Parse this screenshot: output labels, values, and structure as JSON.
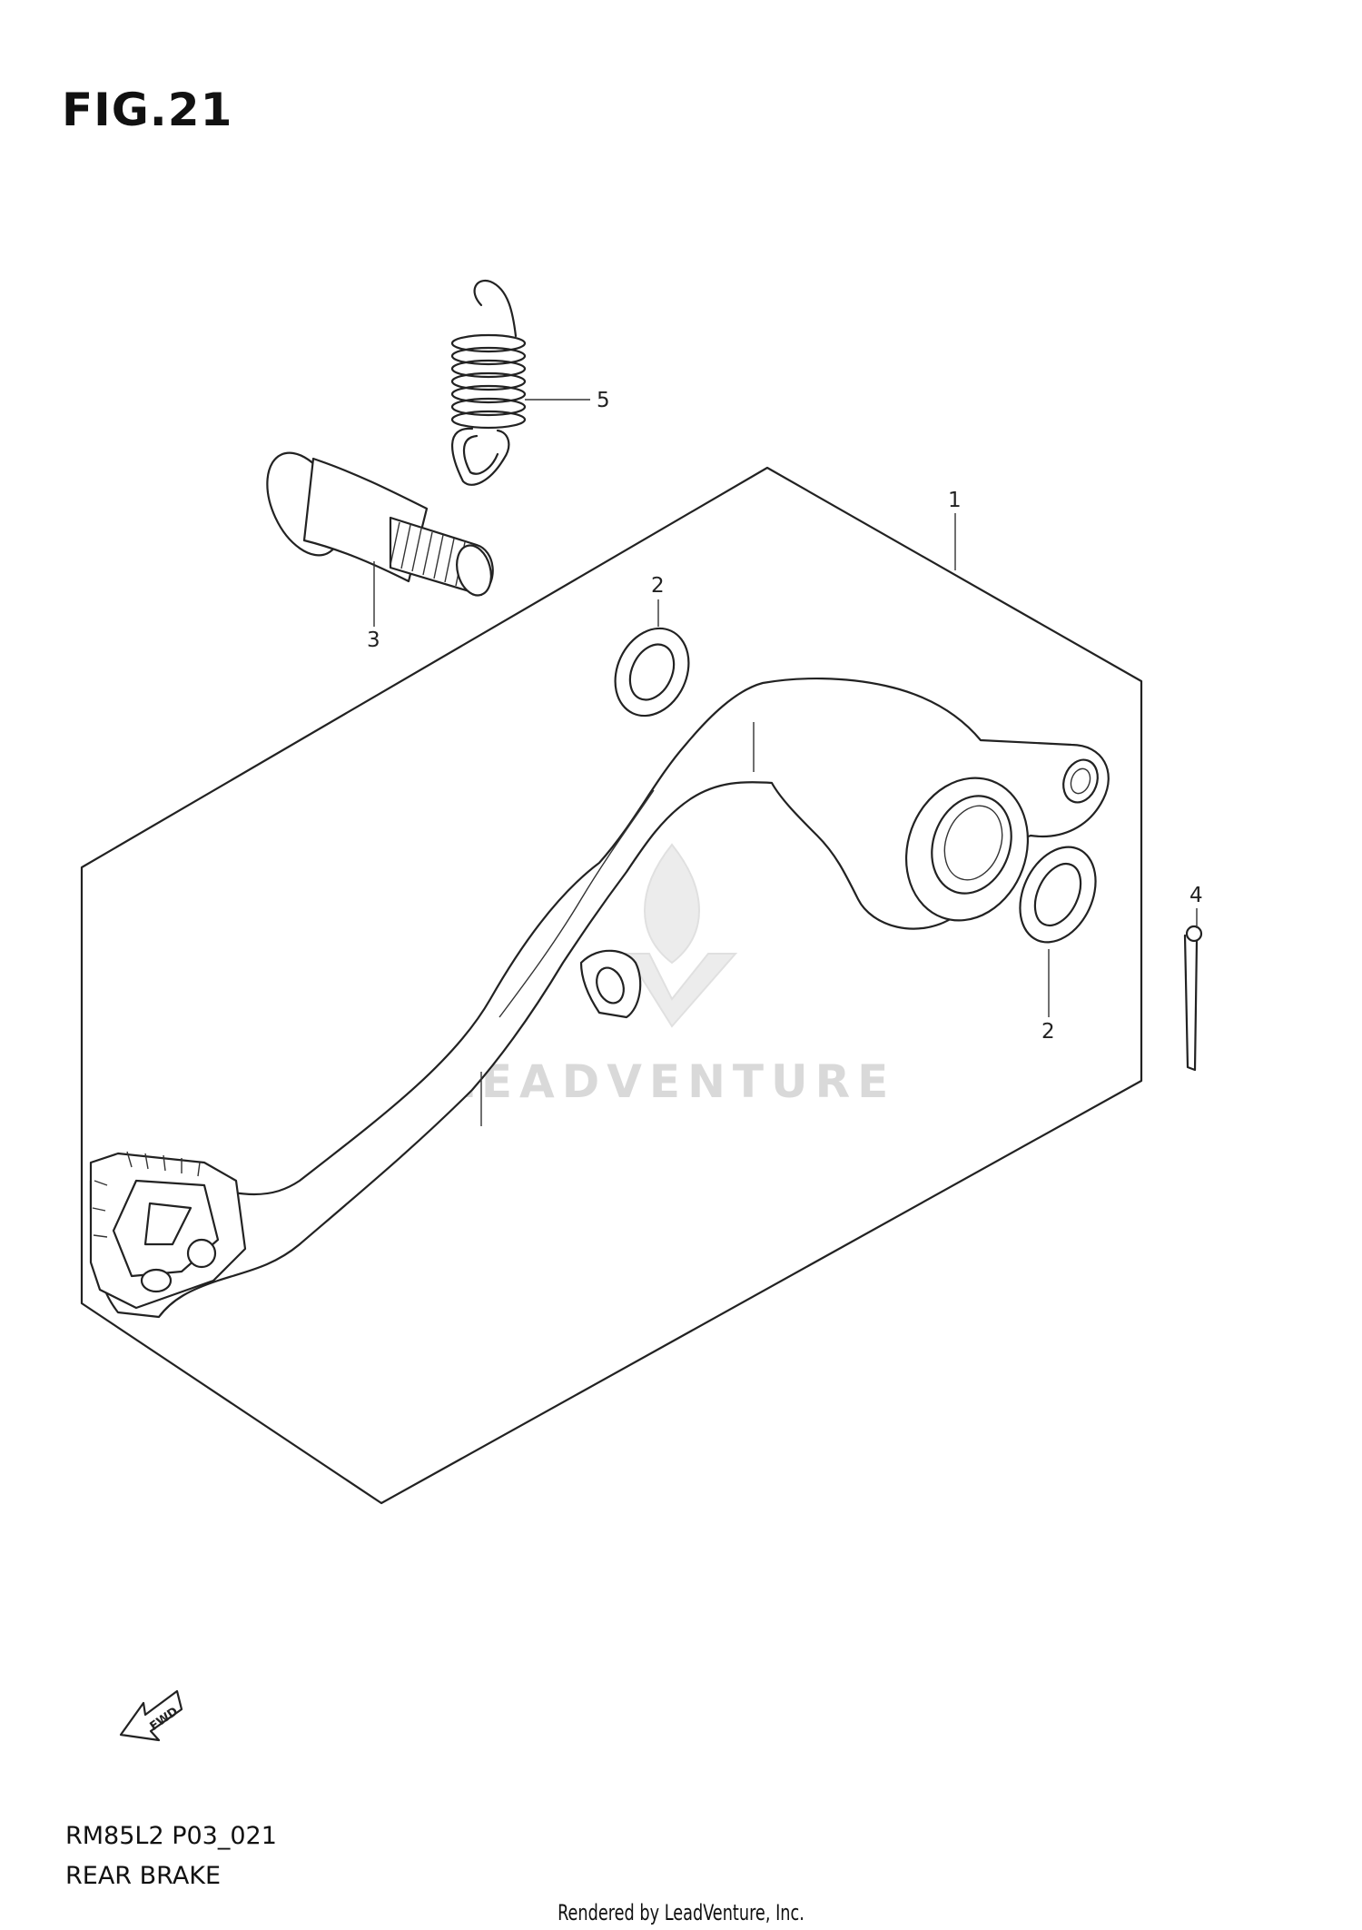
{
  "figure": {
    "title": "FIG.21",
    "model_code": "RM85L2 P03_021",
    "section_title": "REAR BRAKE"
  },
  "callouts": [
    {
      "ref": "1",
      "part": "brake-pedal-assembly"
    },
    {
      "ref": "2",
      "part": "washer-upper"
    },
    {
      "ref": "2",
      "part": "washer-lower"
    },
    {
      "ref": "3",
      "part": "pivot-bolt"
    },
    {
      "ref": "4",
      "part": "cotter-pin"
    },
    {
      "ref": "5",
      "part": "return-spring"
    }
  ],
  "fwd_label": "FWD",
  "watermark": "LEADVENTURE",
  "footer": {
    "rendered_by": "Rendered by LeadVenture, Inc."
  }
}
